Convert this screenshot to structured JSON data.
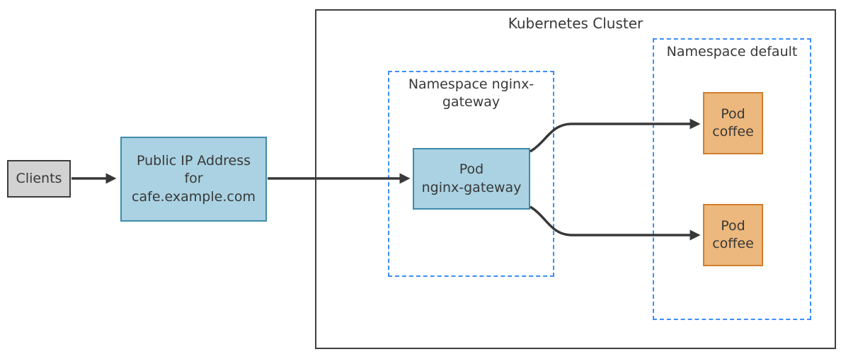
{
  "diagram": {
    "cluster_title": "Kubernetes Cluster",
    "nodes": {
      "clients": {
        "label": "Clients"
      },
      "public_ip": {
        "lines": [
          "Public IP Address",
          "for",
          "cafe.example.com"
        ]
      },
      "pod_nginx_gateway": {
        "lines": [
          "Pod",
          "nginx-gateway"
        ]
      },
      "pod_coffee_top": {
        "lines": [
          "Pod",
          "coffee"
        ]
      },
      "pod_coffee_bottom": {
        "lines": [
          "Pod",
          "coffee"
        ]
      }
    },
    "namespaces": {
      "nginx_gateway": {
        "lines": [
          "Namespace",
          "nginx-gateway"
        ]
      },
      "default": {
        "lines": [
          "Namespace",
          "default"
        ]
      }
    },
    "edges": [
      {
        "from": "clients",
        "to": "public_ip"
      },
      {
        "from": "public_ip",
        "to": "pod_nginx_gateway"
      },
      {
        "from": "pod_nginx_gateway",
        "to": "pod_coffee_top"
      },
      {
        "from": "pod_nginx_gateway",
        "to": "pod_coffee_bottom"
      }
    ],
    "colors": {
      "blue_fill": "#aad2e2",
      "blue_border": "#3e8bab",
      "orange_fill": "#edb87d",
      "orange_border": "#d07f2e",
      "gray_fill": "#d2d2d2",
      "gray_border": "#3c3c3c",
      "namespace_dash": "#3e8ef6",
      "cluster_border": "#404040",
      "arrow": "#383838",
      "text": "#383838"
    }
  }
}
